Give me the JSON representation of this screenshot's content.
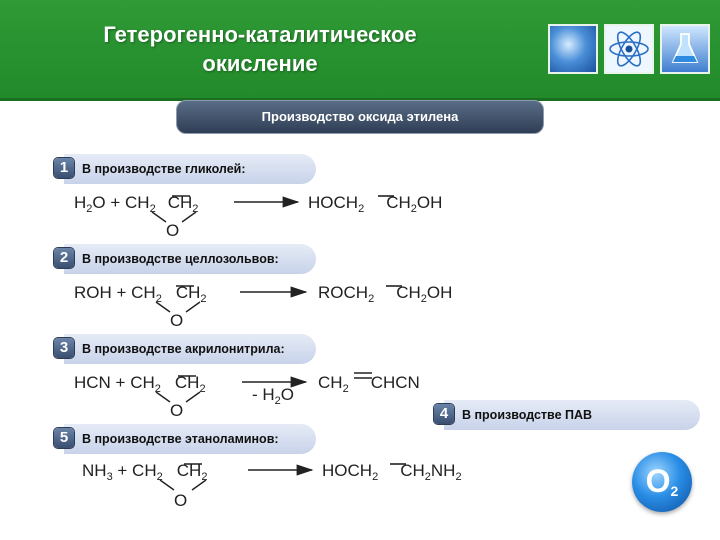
{
  "title": [
    "Гетерогенно-каталитическое",
    "окисление"
  ],
  "subtitle": "Производство оксида этилена",
  "colors": {
    "header": "#2f9a36",
    "banner": "#3a4a63",
    "bar": "#d8e0f0",
    "badge": "#4a6080"
  },
  "items": [
    {
      "num": "1",
      "label": "В производстве гликолей:"
    },
    {
      "num": "2",
      "label": "В производстве целлозольвов:"
    },
    {
      "num": "3",
      "label": "В производстве акрилонитрила:"
    },
    {
      "num": "4",
      "label": "В производстве ПАВ"
    },
    {
      "num": "5",
      "label": "В производстве этаноламинов:"
    }
  ],
  "reactions": {
    "r1": {
      "left": [
        "H",
        "2",
        "O + CH",
        "2",
        "CH",
        "2"
      ],
      "oxygen": "O",
      "right": [
        "HOCH",
        "2",
        "CH",
        "2",
        "OH"
      ]
    },
    "r2": {
      "left": [
        "ROH + CH",
        "2",
        "CH",
        "2"
      ],
      "oxygen": "O",
      "right": [
        "ROCH",
        "2",
        "CH",
        "2",
        "OH"
      ]
    },
    "r3": {
      "left": [
        "HCN + CH",
        "2",
        "CH",
        "2"
      ],
      "oxygen": "O",
      "cond": [
        "- H",
        "2",
        "O"
      ],
      "right": [
        "CH",
        "2",
        "CHCN"
      ]
    },
    "r5": {
      "left": [
        "NH",
        "3",
        " + CH",
        "2",
        "CH",
        "2"
      ],
      "oxygen": "O",
      "right": [
        "HOCH",
        "2",
        "CH",
        "2",
        "NH",
        "2"
      ]
    }
  },
  "logo": {
    "main": "O",
    "sub": "2"
  },
  "icons": [
    "molecule-photo-icon",
    "atom-icon",
    "flask-icon"
  ]
}
